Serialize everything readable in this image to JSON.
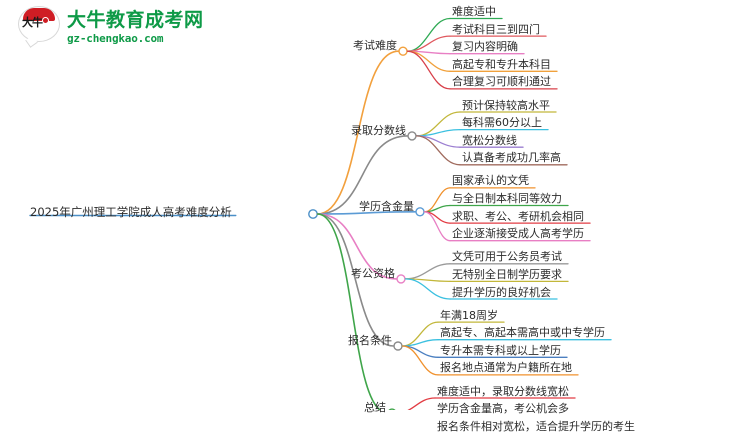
{
  "logo": {
    "mark_text": "大牛",
    "title": "大牛教育成考网",
    "subtitle": "gz-chengkao.com",
    "brand_green": "#0e9a47",
    "brand_red": "#cf1d24"
  },
  "mindmap": {
    "root": {
      "label": "2025年广州理工学院成人高考难度分析",
      "color": "#4b8fc7"
    },
    "branches": [
      {
        "label": "考试难度",
        "color": "#f2a03d",
        "children": [
          {
            "label": "难度适中",
            "color": "#2faa54"
          },
          {
            "label": "考试科目三到四门",
            "color": "#e0585e"
          },
          {
            "label": "复习内容明确",
            "color": "#e87fc4"
          },
          {
            "label": "高起专和专升本科目",
            "color": "#f0a13c"
          },
          {
            "label": "合理复习可顺利通过",
            "color": "#d8404a"
          }
        ]
      },
      {
        "label": "录取分数线",
        "color": "#8a8a8a",
        "children": [
          {
            "label": "预计保持较高水平",
            "color": "#c2b73a"
          },
          {
            "label": "每科需60分以上",
            "color": "#3bc0e0"
          },
          {
            "label": "宽松分数线",
            "color": "#9b7ed1"
          },
          {
            "label": "认真备考成功几率高",
            "color": "#a06b5e"
          }
        ]
      },
      {
        "label": "学历含金量",
        "color": "#5b9bd5",
        "children": [
          {
            "label": "国家承认的文凭",
            "color": "#f0922e"
          },
          {
            "label": "与全日制本科同等效力",
            "color": "#3fa54a"
          },
          {
            "label": "求职、考公、考研机会相同",
            "color": "#e23c43"
          },
          {
            "label": "企业逐渐接受成人高考学历",
            "color": "#e87fc4"
          }
        ]
      },
      {
        "label": "考公资格",
        "color": "#e87fc4",
        "children": [
          {
            "label": "文凭可用于公务员考试",
            "color": "#9a9a9a"
          },
          {
            "label": "无特别全日制学历要求",
            "color": "#c2b73a"
          },
          {
            "label": "提升学历的良好机会",
            "color": "#3bc0e0"
          }
        ]
      },
      {
        "label": "报名条件",
        "color": "#8a8a8a",
        "children": [
          {
            "label": "年满18周岁",
            "color": "#c2b73a"
          },
          {
            "label": "高起专、高起本需高中或中专学历",
            "color": "#3bc0e0"
          },
          {
            "label": "专升本需专科或以上学历",
            "color": "#4b7fc0"
          },
          {
            "label": "报名地点通常为户籍所在地",
            "color": "#f0922e"
          }
        ]
      },
      {
        "label": "总结",
        "color": "#3fa54a",
        "children": [
          {
            "label": "难度适中，录取分数线宽松",
            "color": "#e23c43"
          },
          {
            "label": "学历含金量高，考公机会多",
            "color": "#9b7ed1"
          },
          {
            "label": "报名条件相对宽松，适合提升学历的考生",
            "color": "#a06b5e"
          }
        ]
      }
    ]
  }
}
